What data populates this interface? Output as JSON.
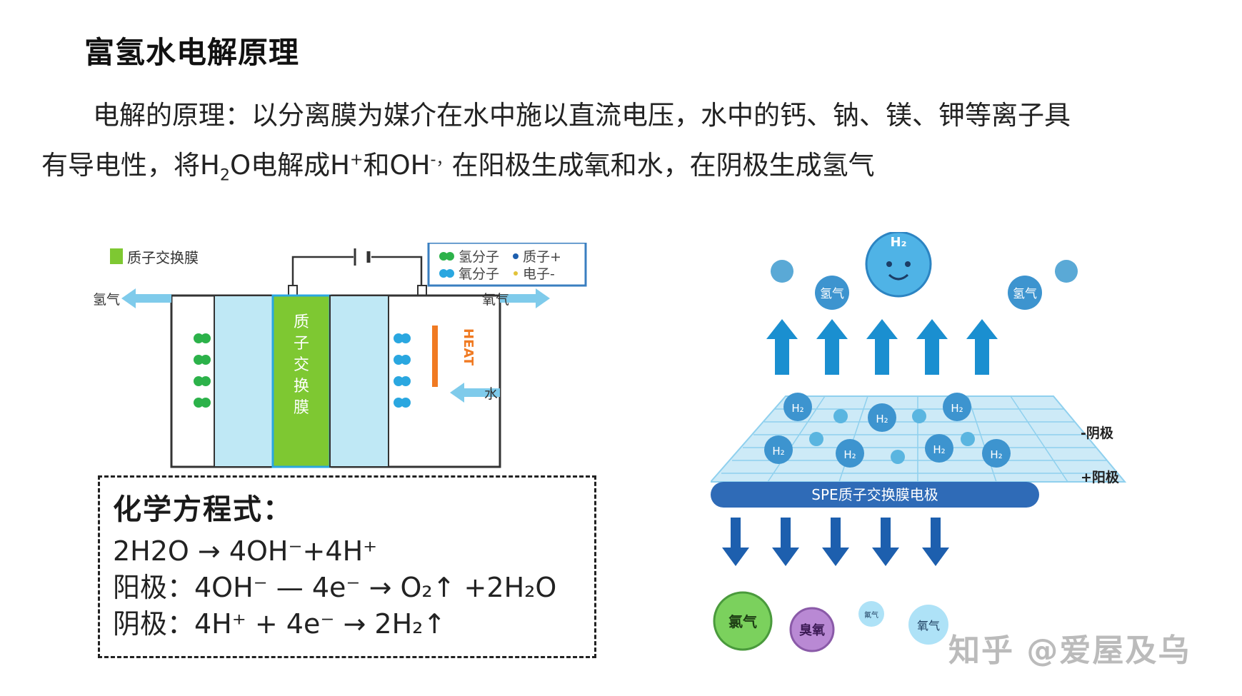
{
  "title": "富氢水电解原理",
  "paragraph": {
    "line1": "电解的原理：以分离膜为媒介在水中施以直流电压，水中的钙、钠、镁、钾等离子具",
    "line2_part1": "有导电性，将H",
    "line2_sub": "2",
    "line2_part2": "O电解成H",
    "line2_sup1": "+",
    "line2_part3": "和OH",
    "line2_sup2": "-，",
    "line2_part4": "在阳极生成氧和水，在阴极生成氢气"
  },
  "left_diagram": {
    "legend_membrane": "质子交换膜",
    "legend_hydrogen_molecule": "氢分子",
    "legend_oxygen_molecule": "氧分子",
    "legend_proton": "质子+",
    "legend_electron": "电子-",
    "membrane_label": [
      "质",
      "子",
      "交",
      "换",
      "膜"
    ],
    "hydrogen_out": "氢气",
    "oxygen_out": "氧气",
    "heat": "HEAT",
    "water_in": "水",
    "colors": {
      "membrane": "#7ec832",
      "chamber": "#bfe8f5",
      "hydrogen": "#2cb24a",
      "oxygen": "#2aa7e0",
      "arrow": "#7fcbeb",
      "heat": "#f07a22"
    }
  },
  "equations": {
    "heading": "化学方程式：",
    "eq1": "2H2O →  4OH⁻+4H⁺",
    "eq2": "阳极：4OH⁻ — 4e⁻  → O₂↑ +2H₂O",
    "eq3": "阴极：4H⁺  +  4e⁻  → 2H₂↑"
  },
  "right_diagram": {
    "h2_label": "H₂",
    "hydrogen_gas": "氢气",
    "cathode": "-阴极",
    "anode": "+阳极",
    "electrode": "SPE质子交换膜电极",
    "chlorine": "氯气",
    "ozone": "臭氧",
    "fluorine": "氟气",
    "oxygen": "氧气",
    "colors": {
      "arrow_up": "#1a8fd0",
      "arrow_down": "#1d5fae",
      "grid": "#8fd0ee",
      "bar": "#2f6bb7"
    }
  },
  "watermark": "知乎 @爱屋及乌"
}
